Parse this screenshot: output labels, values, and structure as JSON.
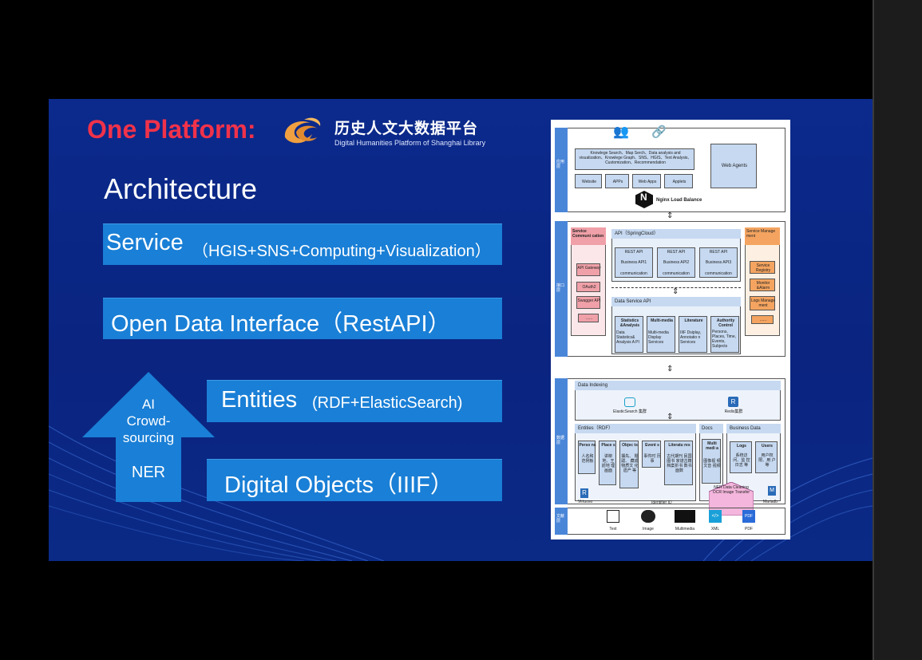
{
  "slide": {
    "title": "One Platform:",
    "logo_cn": "历史人文大数据平台",
    "logo_en": "Digital Humanities Platform of Shanghai Library",
    "heading": "Architecture",
    "bars": [
      {
        "main": "Service",
        "detail": "（HGIS+SNS+Computing+Visualization）"
      },
      {
        "main": "Open Data Interface（RestAPI）",
        "detail": ""
      },
      {
        "main": "Entities",
        "detail": "(RDF+ElasticSearch)"
      },
      {
        "main": "Digital Objects（IIIF）",
        "detail": ""
      }
    ],
    "arrow": {
      "line1": "AI",
      "line2": "Crowd-",
      "line3": "sourcing",
      "line4": "NER"
    }
  },
  "diagram": {
    "top": {
      "features": "Knowlege Search、Map Serch、Data analysis and visualization、Knowlege Graph、SNS、HGIS、Text Analysis、Customization、Recommendation",
      "web_agents": "Web Agents",
      "apps": [
        "Website",
        "APPs",
        "Web Apps",
        "Applets"
      ],
      "nginx": "Nginx Load Balance"
    },
    "middle": {
      "service_comm": "Service Communi cation",
      "api_title": "API（SpringCloud）",
      "rest": [
        "REST API",
        "REST API",
        "REST API"
      ],
      "biz": [
        "Business API1",
        "Business API2",
        "Business API3"
      ],
      "comm": [
        "communication",
        "communication",
        "communication"
      ],
      "left_items": [
        "API Gateway",
        "OAuth2",
        "Swagger API",
        "......"
      ],
      "service_mgmt": "Service Manage ment",
      "right_items": [
        "Service Registry",
        "Monitor &Alarm",
        "Logs Manage ment",
        "......"
      ],
      "data_service_api": "Data Service API",
      "ds_cols": [
        {
          "title": "Statistics &Analysis",
          "body": "Data Statistics& Analysis A PI"
        },
        {
          "title": "Multi-media",
          "body": "Multi-media Display Services"
        },
        {
          "title": "Literature",
          "body": "IIIF Dsiplay, Annotatio n Services"
        },
        {
          "title": "Authority Control",
          "body": "Persons, Places, Time, Events, Subjects"
        }
      ]
    },
    "lower": {
      "data_indexing": "Data Indexing",
      "es": "ElasticSearch 集群",
      "redis": "Redis集群",
      "entities_title": "Entities（RDF）",
      "entity_cols": [
        {
          "title": "Perso ns",
          "body": "人名和 范例板"
        },
        {
          "title": "Place s",
          "body": "讲柳 地、王 前地 理画面"
        },
        {
          "title": "Objec ts",
          "body": "摆先、 题跋、 藏成 物质文 化遗产 等"
        },
        {
          "title": "Event s",
          "body": "事件时 历事"
        },
        {
          "title": "Literatu res",
          "body": "古代期刊 民国图书 家谱古籍 档案折书 数书面数"
        }
      ],
      "virtuoso": "Virtuoso",
      "docs": "Docs",
      "multimedia": "Multi medi a",
      "multimedia_body": "图像视 频文音 视频",
      "business_data": "Business Data",
      "logs": "Logs",
      "logs_body": "系统访 问、监 控日志 等",
      "users": "Users",
      "users_body": "用户权 限、用 户等",
      "mariadb": "Mariadb",
      "ner_text": "NER Data Cleaning OCR Image Transfer",
      "identifier": "Identifier ID"
    },
    "bottom": {
      "types": [
        "Text",
        "Image",
        "Multimedia",
        "XML",
        "PDF"
      ]
    },
    "side_labels": [
      "应用层",
      "接口层",
      "数据层",
      "文献层"
    ]
  }
}
